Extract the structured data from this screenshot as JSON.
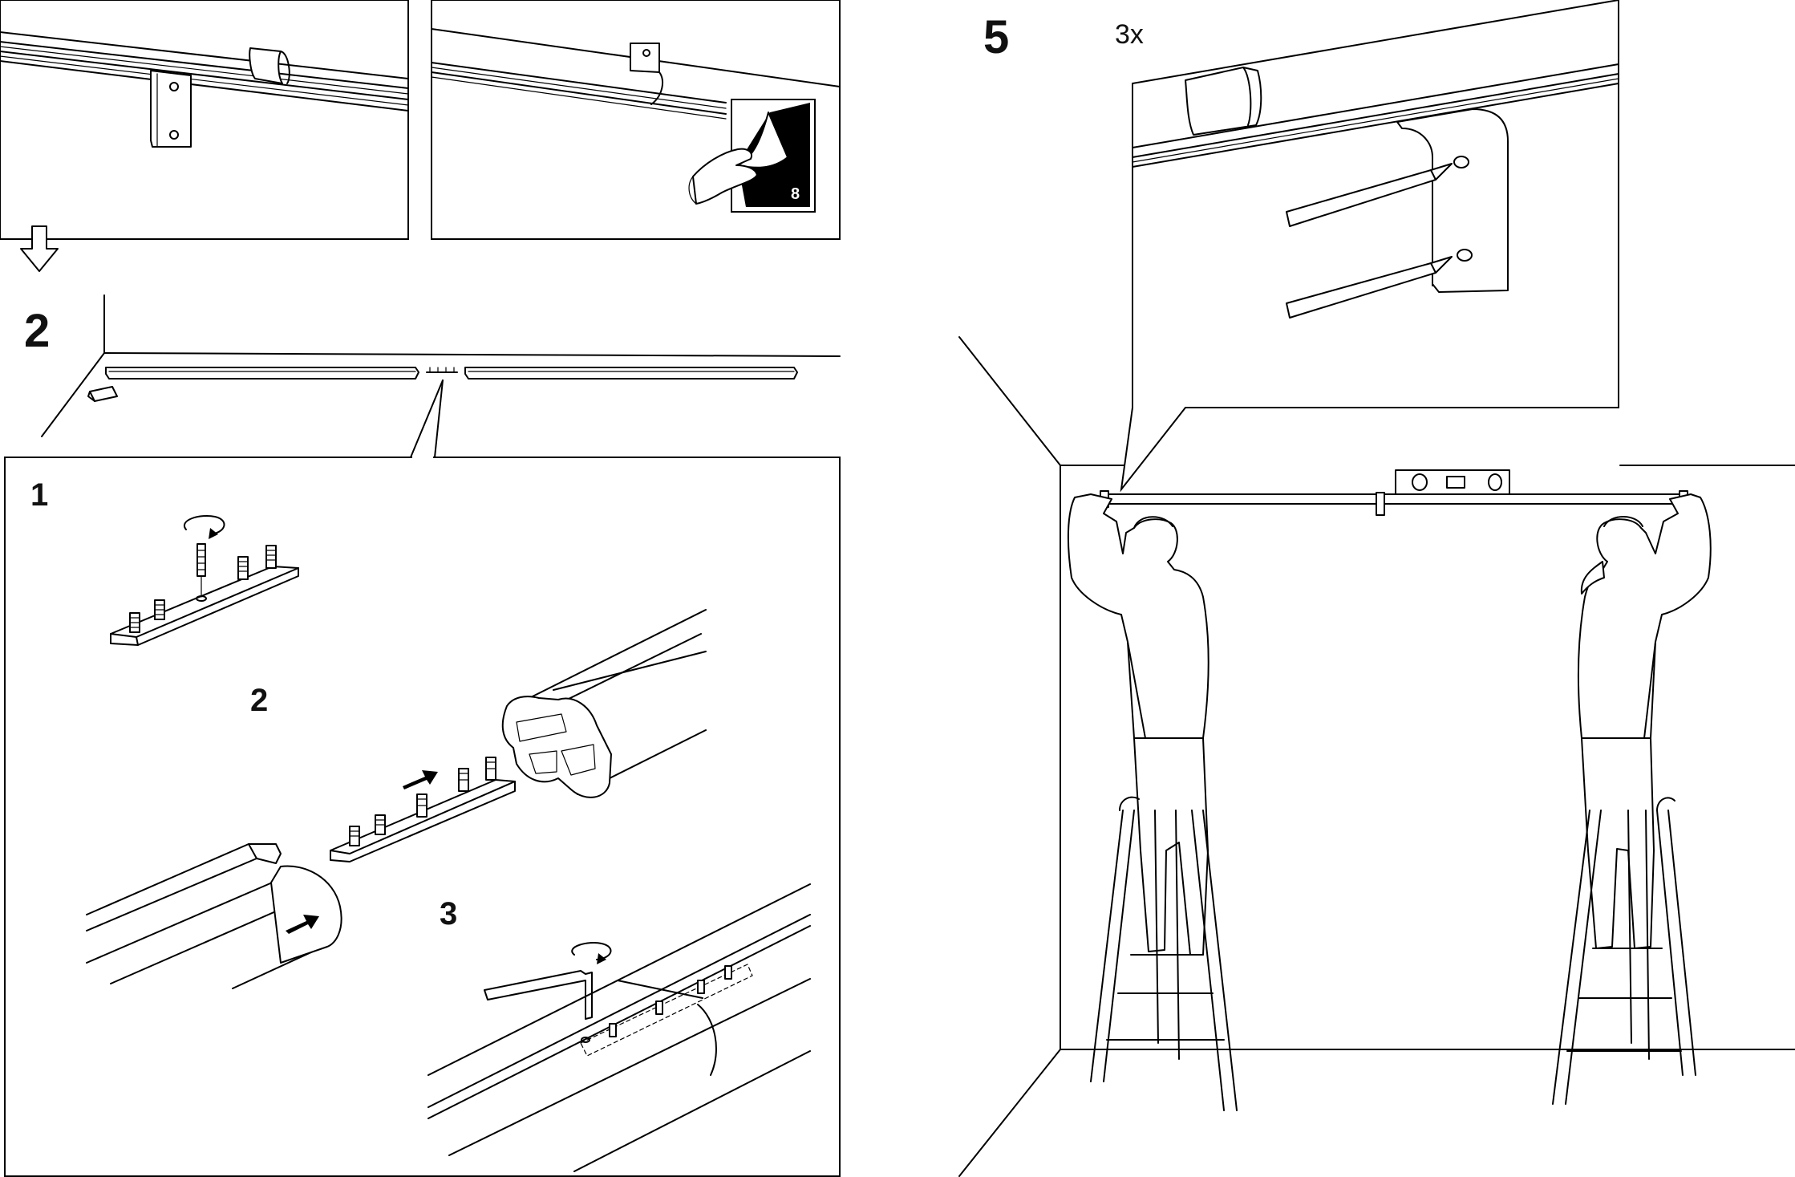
{
  "steps": {
    "step_2_label": "2",
    "step_5_label": "5"
  },
  "substeps": {
    "sub_1_label": "1",
    "sub_2_label": "2",
    "sub_3_label": "3"
  },
  "callouts": {
    "quantity_label": "3x",
    "page_ref_number": "8"
  },
  "icons": {
    "next_step_arrow": "down-arrow-icon",
    "rotate_direction": "rotate-arrow-icon",
    "push_direction": "push-arrow-icon",
    "peel_backing": "peel-sticker-hand-icon",
    "spirit_level": "spirit-level-icon"
  }
}
